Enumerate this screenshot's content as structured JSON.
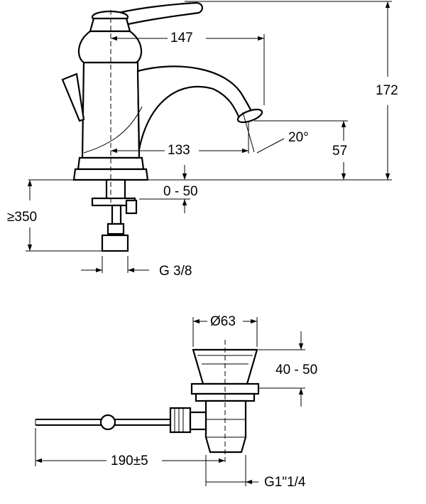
{
  "faucet": {
    "dims": {
      "reach": "147",
      "height": "172",
      "spout_offset": "133",
      "spout_angle": "20°",
      "spout_height": "57",
      "deck_thickness": "0 - 50",
      "hose_length": "≥350",
      "connection": "G 3/8"
    }
  },
  "waste": {
    "dims": {
      "diameter": "Ø63",
      "stroke": "40 - 50",
      "rod_length": "190±5",
      "thread": "G1\"1/4"
    }
  }
}
